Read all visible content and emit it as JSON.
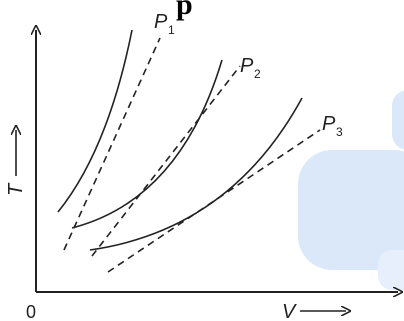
{
  "figure": {
    "heading_fragment": "p",
    "origin_label": "0",
    "x_axis_label": "V",
    "y_axis_label": "T",
    "curves": [
      {
        "name": "P",
        "subscript": "1"
      },
      {
        "name": "P",
        "subscript": "2"
      },
      {
        "name": "P",
        "subscript": "3"
      }
    ]
  },
  "colors": {
    "line": "#222222",
    "watermark": "#dbe8fa"
  }
}
